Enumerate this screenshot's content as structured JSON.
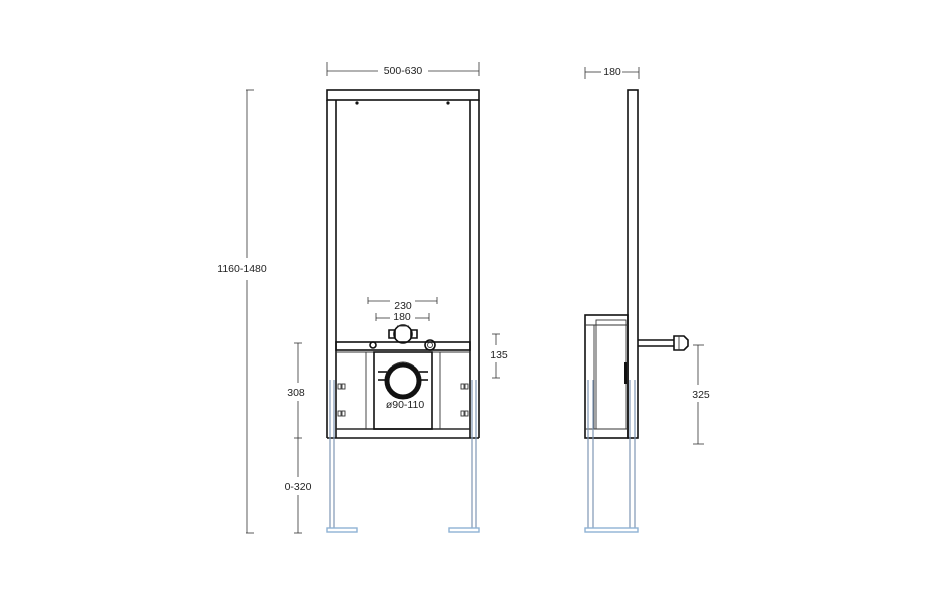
{
  "colors": {
    "frame": "#111111",
    "dimension": "#333333",
    "leg": "#7f97b3",
    "foot": "#8fb2d4"
  },
  "front_view": {
    "width_label": "500-630",
    "total_height_label": "1160-1480",
    "flush_outer_label": "230",
    "flush_inner_label": "180",
    "connector_height_label": "135",
    "frame_lower_label": "308",
    "leg_range_label": "0-320",
    "drain_label": "ø90-110"
  },
  "side_view": {
    "depth_label": "180",
    "outlet_height_label": "325"
  }
}
